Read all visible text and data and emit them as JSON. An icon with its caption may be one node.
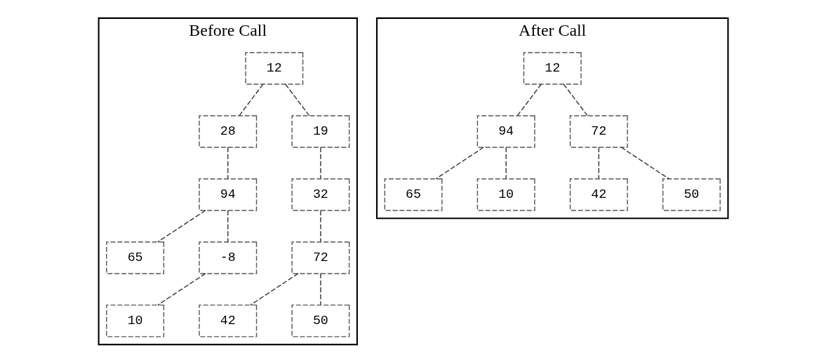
{
  "diagram": {
    "nodes": [
      {
        "text": [
          "Before Call"
        ]
      },
      {
        "text": [
          "12"
        ],
        "in": 0
      },
      {
        "text": [
          "28"
        ],
        "in": 0
      },
      {
        "text": [
          "19"
        ],
        "in": 0
      },
      {
        "text": [
          "94"
        ],
        "in": 0
      },
      {
        "text": [
          "32"
        ],
        "in": 0
      },
      {
        "text": [
          "65"
        ],
        "in": 0
      },
      {
        "text": [
          "-8"
        ],
        "in": 0
      },
      {
        "text": [
          "72"
        ],
        "in": 0
      },
      {
        "text": [
          "10"
        ],
        "in": 0
      },
      {
        "text": [
          "42"
        ],
        "in": 0
      },
      {
        "text": [
          "50"
        ],
        "in": 0
      },
      {
        "text": [
          "After Call"
        ]
      },
      {
        "text": [
          "12"
        ],
        "in": 12
      },
      {
        "text": [
          "94"
        ],
        "in": 12
      },
      {
        "text": [
          "72"
        ],
        "in": 12
      },
      {
        "text": [
          "65"
        ],
        "in": 12
      },
      {
        "text": [
          "10"
        ],
        "in": 12
      },
      {
        "text": [
          "42"
        ],
        "in": 12
      },
      {
        "text": [
          "50"
        ],
        "in": 12
      }
    ],
    "edges": [
      {
        "from": 1,
        "to": 2,
        "arrow": "none",
        "style": "dashed"
      },
      {
        "from": 1,
        "to": 3,
        "arrow": "none",
        "style": "dashed"
      },
      {
        "from": 2,
        "to": 4,
        "arrow": "none",
        "style": "dashed"
      },
      {
        "from": 3,
        "to": 5,
        "arrow": "none",
        "style": "dashed"
      },
      {
        "from": 4,
        "to": 6,
        "arrow": "none",
        "style": "dashed"
      },
      {
        "from": 4,
        "to": 7,
        "arrow": "none",
        "style": "dashed"
      },
      {
        "from": 5,
        "to": 8,
        "arrow": "none",
        "style": "dashed"
      },
      {
        "from": 7,
        "to": 9,
        "arrow": "none",
        "style": "dashed"
      },
      {
        "from": 8,
        "to": 10,
        "arrow": "none",
        "style": "dashed"
      },
      {
        "from": 8,
        "to": 11,
        "arrow": "none",
        "style": "dashed"
      },
      {
        "from": 13,
        "to": 14,
        "arrow": "none",
        "style": "dashed"
      },
      {
        "from": 13,
        "to": 15,
        "arrow": "none",
        "style": "dashed"
      },
      {
        "from": 14,
        "to": 16,
        "arrow": "none",
        "style": "dashed"
      },
      {
        "from": 14,
        "to": 17,
        "arrow": "none",
        "style": "dashed"
      },
      {
        "from": 15,
        "to": 18,
        "arrow": "none",
        "style": "dashed"
      },
      {
        "from": 15,
        "to": 19,
        "arrow": "none",
        "style": "dashed"
      }
    ]
  }
}
